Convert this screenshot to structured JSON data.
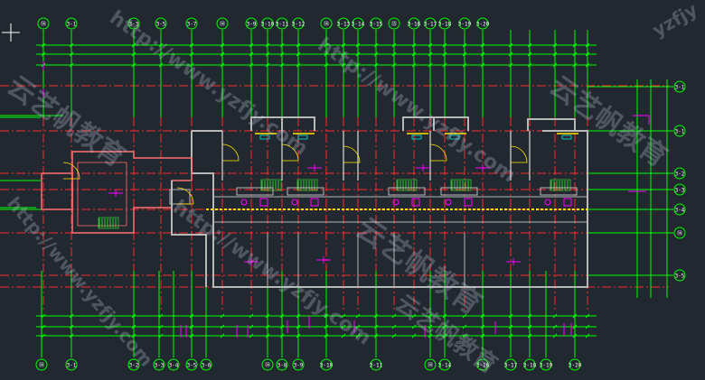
{
  "drawing": {
    "background_color": "#212830",
    "colors": {
      "axis_line": "#00ff00",
      "grid_line": "#ff2a2a",
      "wall": "#b8b8b8",
      "wall_highlight": "#ff7070",
      "fixture_magenta": "#ff00ff",
      "fixture_yellow": "#ffe600",
      "fixture_cyan": "#00e6e6",
      "fixture_green": "#33ff33",
      "bubble_text": "#ffffff"
    },
    "top_axis_labels": [
      "⑭",
      "3-1",
      "3-3",
      "3-5",
      "3-7",
      "⑭",
      "3-9",
      "3-10",
      "3-11",
      "3-12",
      "⑭",
      "3-13",
      "3-14",
      "3-15",
      "⑮",
      "3-16",
      "3-17",
      "3-18",
      "3-19",
      "3-20"
    ],
    "bottom_axis_labels": [
      "⑭",
      "3-1",
      "3-2",
      "3-3",
      "3-4",
      "3-5",
      "3-6",
      "⑭",
      "3-8",
      "3-9",
      "3-10",
      "3-11",
      "⑭",
      "3-14",
      "3-16",
      "3-17",
      "3-18",
      "3-19",
      "3-20"
    ],
    "right_axis_labels": [
      "3-1",
      "3-1",
      "3-2",
      "3-3",
      "3-4",
      "⑭",
      "3-5"
    ]
  },
  "watermarks": [
    {
      "text": "云艺帆教育"
    },
    {
      "text": "云艺帆教育"
    },
    {
      "text": "云艺帆教育"
    },
    {
      "text": "云艺帆教育"
    },
    {
      "text": "http://www.yzfjy.com"
    },
    {
      "text": "http://www.yzfjy.com"
    },
    {
      "text": "http://www.yzfjy.com"
    },
    {
      "text": "http://www.yzfjy.com"
    },
    {
      "text": "yzfjy"
    }
  ]
}
